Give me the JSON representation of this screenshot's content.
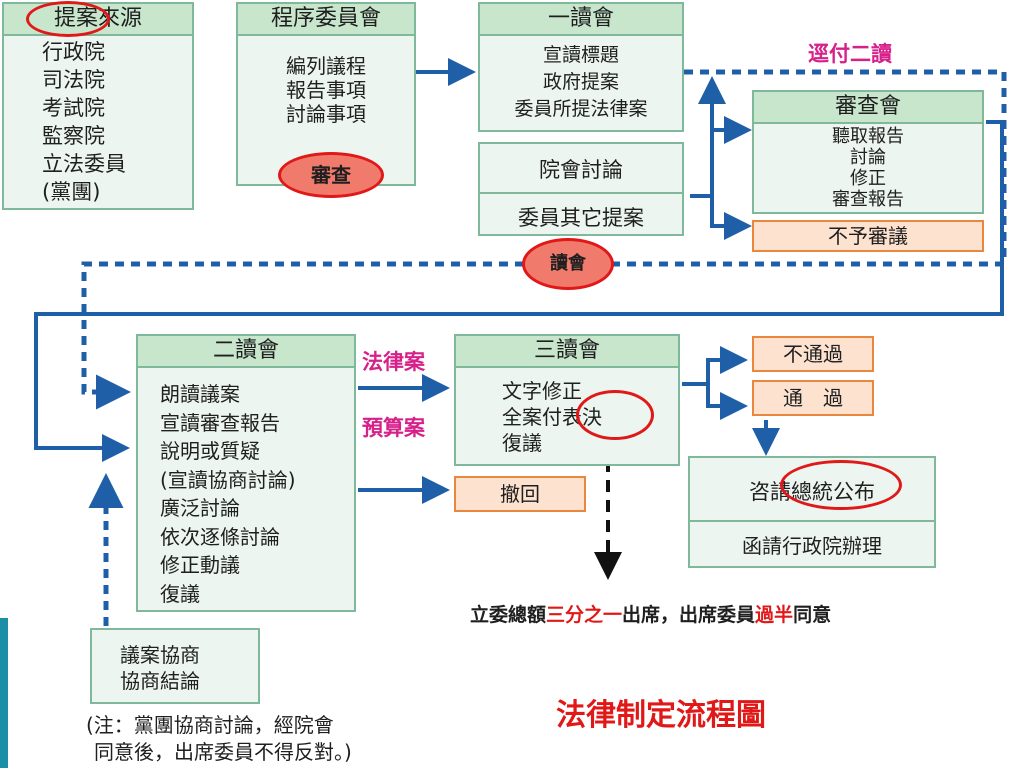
{
  "source": {
    "header": "提案來源",
    "items": [
      "行政院",
      "司法院",
      "考試院",
      "監察院",
      "立法委員",
      "(黨團)"
    ]
  },
  "program": {
    "header": "程序委員會",
    "items": [
      "編列議程",
      "報告事項",
      "討論事項"
    ],
    "badge": "審查"
  },
  "first": {
    "header": "一讀會",
    "items": [
      "宣讀標題",
      "政府提案",
      "委員所提法律案"
    ]
  },
  "plenary": {
    "title": "院會討論",
    "item": "委員其它提案",
    "badge": "讀會"
  },
  "refer": {
    "label": "逕付二讀"
  },
  "review": {
    "header": "審查會",
    "items": [
      "聽取報告",
      "討論",
      "修正",
      "審查報告"
    ],
    "reject": "不予審議"
  },
  "second": {
    "header": "二讀會",
    "items": [
      "朗讀議案",
      "宣讀審查報告",
      "說明或質疑",
      "(宣讀協商討論)",
      "廣泛討論",
      "依次逐條討論",
      "修正動議",
      "復議"
    ]
  },
  "negotiate": {
    "items": [
      "議案協商",
      "協商結論"
    ]
  },
  "note": {
    "lines": [
      "(注：黨團協商討論，經院會",
      "同意後，出席委員不得反對。)"
    ]
  },
  "labels": {
    "law": "法律案",
    "budget": "預算案"
  },
  "withdraw": "撤回",
  "third": {
    "header": "三讀會",
    "items": [
      "文字修正",
      "全案付表決",
      "復議"
    ]
  },
  "outcome": {
    "fail": "不通過",
    "pass": "通　過"
  },
  "promulgate": {
    "line1": "咨請總統公布",
    "line2": "函請行政院辦理"
  },
  "quorum": {
    "p1": "立委總額",
    "p2": "三分之一",
    "p3": "出席，出席委員",
    "p4": "過半",
    "p5": "同意"
  },
  "title": "法律制定流程圖",
  "colors": {
    "box_fill": "#ecf5ef",
    "box_border": "#7fb89a",
    "header_fill": "#c7e6cc",
    "arrow": "#1f5fa8",
    "highlight": "#e01818",
    "orange_fill": "#fde2cf",
    "orange_border": "#e8873d",
    "label_pink": "#d6208a"
  }
}
